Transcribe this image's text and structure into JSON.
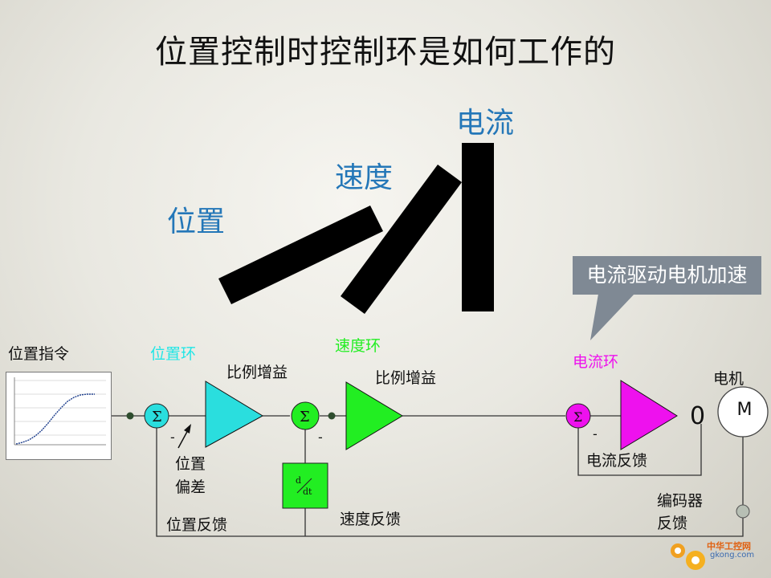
{
  "title": "位置控制时控制环是如何工作的",
  "cascade_labels": {
    "current": "电流",
    "speed": "速度",
    "position": "位置"
  },
  "callout": "电流驱动电机加速",
  "loops": {
    "position": "位置环",
    "speed": "速度环",
    "current": "电流环"
  },
  "blocks": {
    "position_command": "位置指令",
    "gain1": "比例增益",
    "gain2": "比例增益",
    "motor_title": "电机",
    "motor": "M",
    "sum_symbol": "Σ",
    "minus": "-",
    "deriv_d": "d",
    "deriv_dt": "dt",
    "zero": "0"
  },
  "feedback": {
    "position_error_1": "位置",
    "position_error_2": "偏差",
    "position": "位置反馈",
    "speed": "速度反馈",
    "current": "电流反馈",
    "encoder_1": "编码器",
    "encoder_2": "反馈"
  },
  "colors": {
    "blue": "#2477b8",
    "cyan": "#22e6e6",
    "green": "#22ee22",
    "magenta": "#ee11ee",
    "callout": "#7f8994"
  },
  "watermark": "gkong.com"
}
